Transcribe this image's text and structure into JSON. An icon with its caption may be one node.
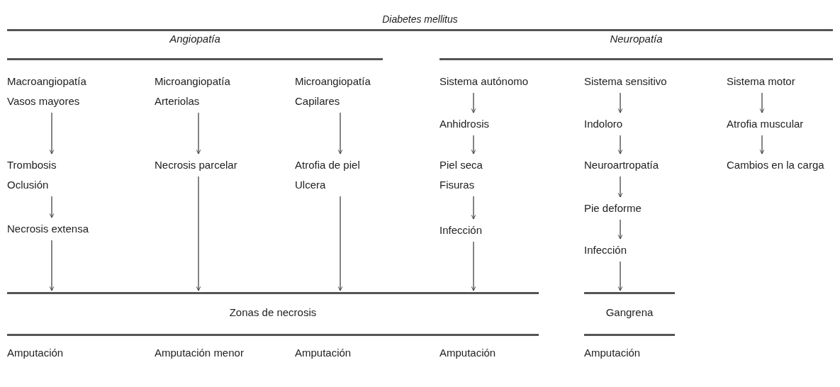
{
  "diagram": {
    "title": "Diabetes mellitus",
    "nodes": [
      {
        "text": [
          "Angiopatía"
        ]
      },
      {
        "text": [
          "Neuropatía"
        ]
      },
      {
        "text": [
          "Macroangiopatía",
          "Vasos mayores"
        ]
      },
      {
        "text": [
          "Trombosis",
          "Oclusión"
        ]
      },
      {
        "text": [
          "Necrosis extensa"
        ]
      },
      {
        "text": [
          "Microangiopatía",
          "Arteriolas"
        ]
      },
      {
        "text": [
          "Necrosis parcelar"
        ]
      },
      {
        "text": [
          "Microangiopatía",
          "Capilares"
        ]
      },
      {
        "text": [
          "Atrofia de piel",
          "Ulcera"
        ]
      },
      {
        "text": [
          "Sistema autónomo"
        ]
      },
      {
        "text": [
          "Anhidrosis"
        ]
      },
      {
        "text": [
          "Piel seca",
          "Fisuras"
        ]
      },
      {
        "text": [
          "Infección"
        ]
      },
      {
        "text": [
          "Sistema sensitivo"
        ]
      },
      {
        "text": [
          "Indoloro"
        ]
      },
      {
        "text": [
          "Neuroartropatía"
        ]
      },
      {
        "text": [
          "Pie deforme"
        ]
      },
      {
        "text": [
          "Infección"
        ]
      },
      {
        "text": [
          "Sistema motor"
        ]
      },
      {
        "text": [
          "Atrofia muscular"
        ]
      },
      {
        "text": [
          "Cambios en la carga"
        ]
      },
      {
        "text": [
          "Zonas de necrosis"
        ]
      },
      {
        "text": [
          "Gangrena"
        ]
      }
    ],
    "edges": [
      {
        "from": 2,
        "to": 3,
        "arrow": "to"
      },
      {
        "from": 3,
        "to": 4,
        "arrow": "to"
      },
      {
        "from": 4,
        "to": 21,
        "arrow": "to"
      },
      {
        "from": 5,
        "to": 6,
        "arrow": "to"
      },
      {
        "from": 6,
        "to": 21,
        "arrow": "to"
      },
      {
        "from": 7,
        "to": 8,
        "arrow": "to"
      },
      {
        "from": 8,
        "to": 21,
        "arrow": "to"
      },
      {
        "from": 9,
        "to": 10,
        "arrow": "to"
      },
      {
        "from": 10,
        "to": 11,
        "arrow": "to"
      },
      {
        "from": 11,
        "to": 12,
        "arrow": "to"
      },
      {
        "from": 12,
        "to": 21,
        "arrow": "to"
      },
      {
        "from": 13,
        "to": 14,
        "arrow": "to"
      },
      {
        "from": 14,
        "to": 15,
        "arrow": "to"
      },
      {
        "from": 15,
        "to": 16,
        "arrow": "to"
      },
      {
        "from": 16,
        "to": 17,
        "arrow": "to"
      },
      {
        "from": 17,
        "to": 22,
        "arrow": "to"
      },
      {
        "from": 18,
        "to": 19,
        "arrow": "to"
      },
      {
        "from": 19,
        "to": 20,
        "arrow": "to"
      }
    ],
    "labels": [
      "Amputación",
      "Amputación menor",
      "Amputación",
      "Amputación",
      "Amputación"
    ]
  }
}
